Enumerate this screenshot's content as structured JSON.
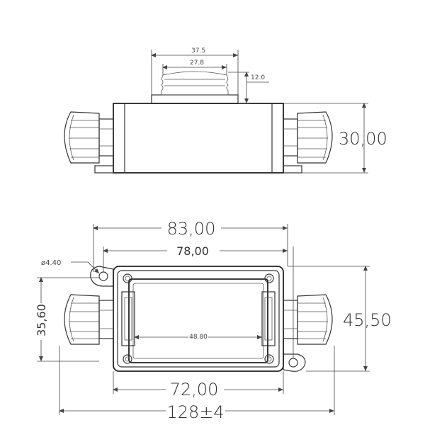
{
  "dimensions": {
    "top_width_outer": "37.5",
    "top_width_inner": "27.8",
    "top_height": "12.0",
    "side_height": "30,00",
    "overall_width": "83,00",
    "hole_spacing": "78,00",
    "hole_diameter": "ø4.40",
    "cavity_width": "48.80",
    "height_left": "35,60",
    "height_right": "45,50",
    "body_width": "72,00",
    "total_length": "128±4"
  }
}
